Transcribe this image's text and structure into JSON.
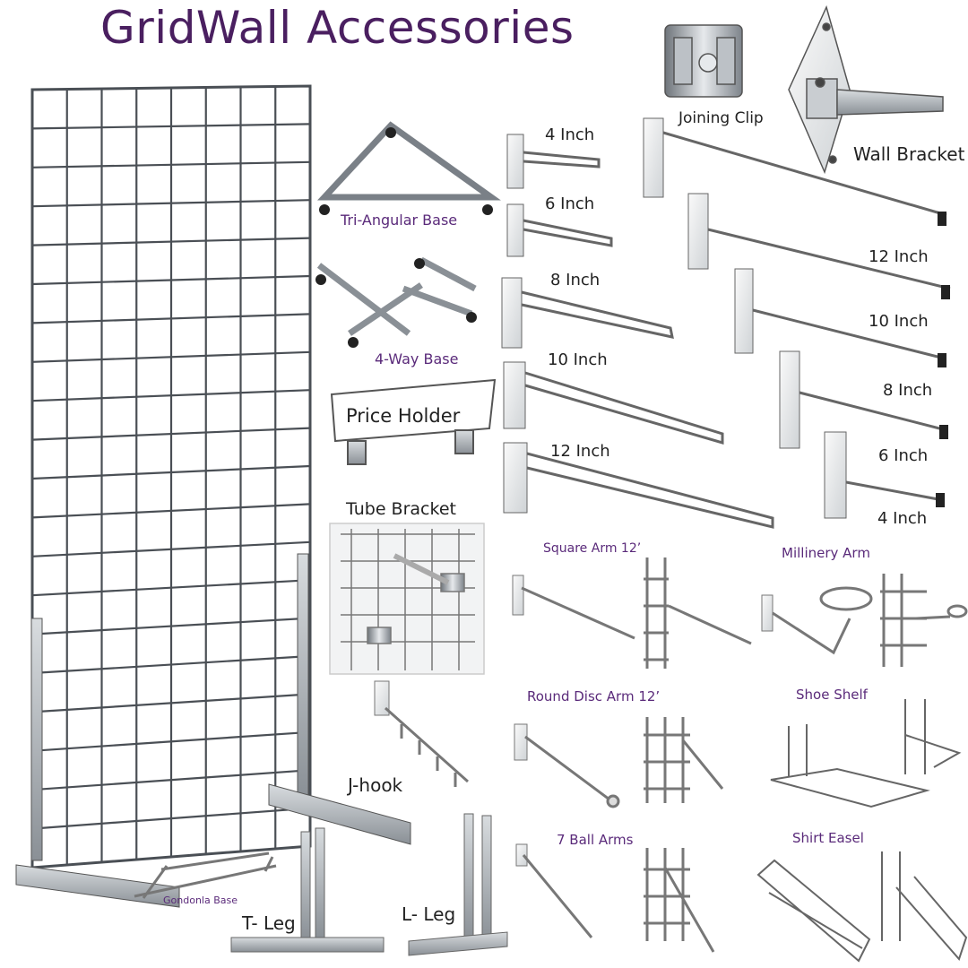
{
  "title": "GridWall Accessories",
  "labels": {
    "joining_clip": "Joining Clip",
    "wall_bracket": "Wall Bracket",
    "tri_angular_base": "Tri-Angular Base",
    "four_way_base": "4-Way Base",
    "price_holder": "Price Holder",
    "tube_bracket": "Tube Bracket",
    "j_hook": "J-hook",
    "gondola_base": "Gondonla Base",
    "t_leg": "T- Leg",
    "l_leg": "L- Leg",
    "square_arm": "Square Arm 12’",
    "millinery_arm": "Millinery Arm",
    "round_disc_arm": "Round Disc Arm 12’",
    "shoe_shelf": "Shoe Shelf",
    "seven_ball_arms": "7 Ball Arms",
    "shirt_easel": "Shirt Easel"
  },
  "hooks_left": [
    "4 Inch",
    "6 Inch",
    "8 Inch",
    "10 Inch",
    "12 Inch"
  ],
  "hooks_right": [
    "12 Inch",
    "10 Inch",
    "8 Inch",
    "6 Inch",
    "4 Inch"
  ],
  "colors": {
    "title": "#4a1f60",
    "label": "#4b2061",
    "chrome": "#9aa0a6"
  }
}
